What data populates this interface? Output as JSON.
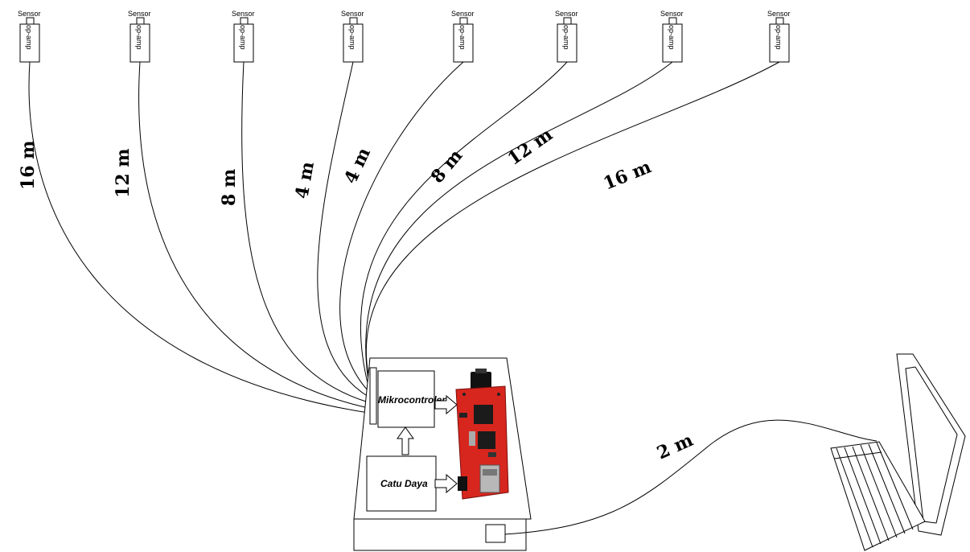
{
  "sensor_text": "Sensor",
  "opamp_text": "op-amp",
  "sensors": [
    {
      "id": 1,
      "distance": "16 m"
    },
    {
      "id": 2,
      "distance": "12 m"
    },
    {
      "id": 3,
      "distance": "8 m"
    },
    {
      "id": 4,
      "distance": "4 m"
    },
    {
      "id": 5,
      "distance": "4 m"
    },
    {
      "id": 6,
      "distance": "8 m"
    },
    {
      "id": 7,
      "distance": "12 m"
    },
    {
      "id": 8,
      "distance": "16 m"
    }
  ],
  "enclosure": {
    "microcontroller_label": "Mikrocontroler",
    "power_label": "Catu Daya"
  },
  "laptop_cable": {
    "distance": "2 m"
  },
  "colors": {
    "board_red": "#d7261e",
    "line": "#000000",
    "background": "#ffffff"
  }
}
